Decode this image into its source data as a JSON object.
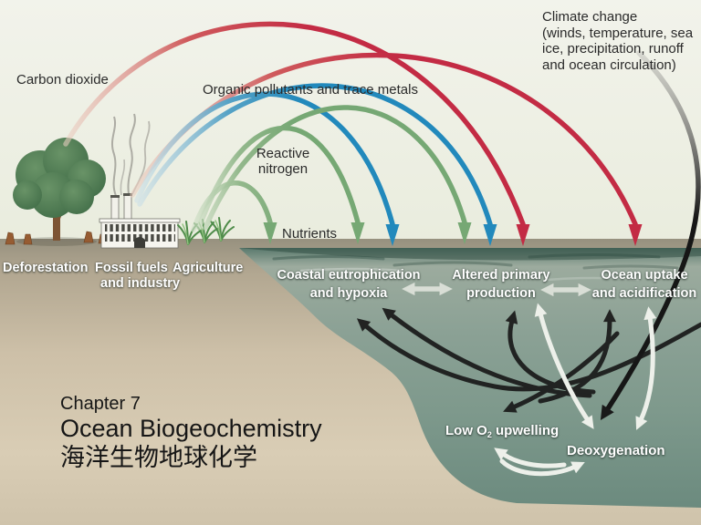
{
  "atmosphere_labels": {
    "carbon_dioxide": "Carbon dioxide",
    "organic_pollutants": "Organic pollutants and trace metals",
    "reactive_nitrogen_line1": "Reactive",
    "reactive_nitrogen_line2": "nitrogen",
    "nutrients": "Nutrients",
    "climate_change_line1": "Climate change",
    "climate_change_line2": "(winds, temperature, sea",
    "climate_change_line3": "ice, precipitation, runoff",
    "climate_change_line4": "and ocean circulation)"
  },
  "land_labels": {
    "deforestation": "Deforestation",
    "fossil_fuels": "Fossil fuels",
    "fossil_fuels_line2": "and industry",
    "agriculture": "Agriculture"
  },
  "ocean_labels": {
    "coastal_line1": "Coastal eutrophication",
    "coastal_line2": "and hypoxia",
    "altered_line1": "Altered primary",
    "altered_line2": "production",
    "uptake_line1": "Ocean uptake",
    "uptake_line2": "and acidification",
    "low_o2_prefix": "Low O",
    "low_o2_sub": "2",
    "low_o2_suffix": " upwelling",
    "deoxygenation": "Deoxygenation"
  },
  "title_block": {
    "chapter": "Chapter 7",
    "title_en": "Ocean Biogeochemistry",
    "title_zh": "海洋生物地球化学"
  },
  "icon_legend": {
    "tree_icon": "deforestation-tree",
    "factory_icon": "fossil-fuel-factory",
    "crops_icon": "agriculture-crops"
  },
  "colors": {
    "carbon_dioxide_arrow": "#c32b44",
    "organic_pollutants_arrow": "#2289bc",
    "nutrients_arrow": "#76a874",
    "climate_change_arrow": "#1a1a1a",
    "ocean_dark_arrow": "#191919",
    "ocean_light_arrow": "#edf0ea",
    "surface_exchange_arrow": "#d9ded6",
    "sky": "#eff1e7",
    "land": "#cfc3ab",
    "ocean": "#7e998c"
  }
}
